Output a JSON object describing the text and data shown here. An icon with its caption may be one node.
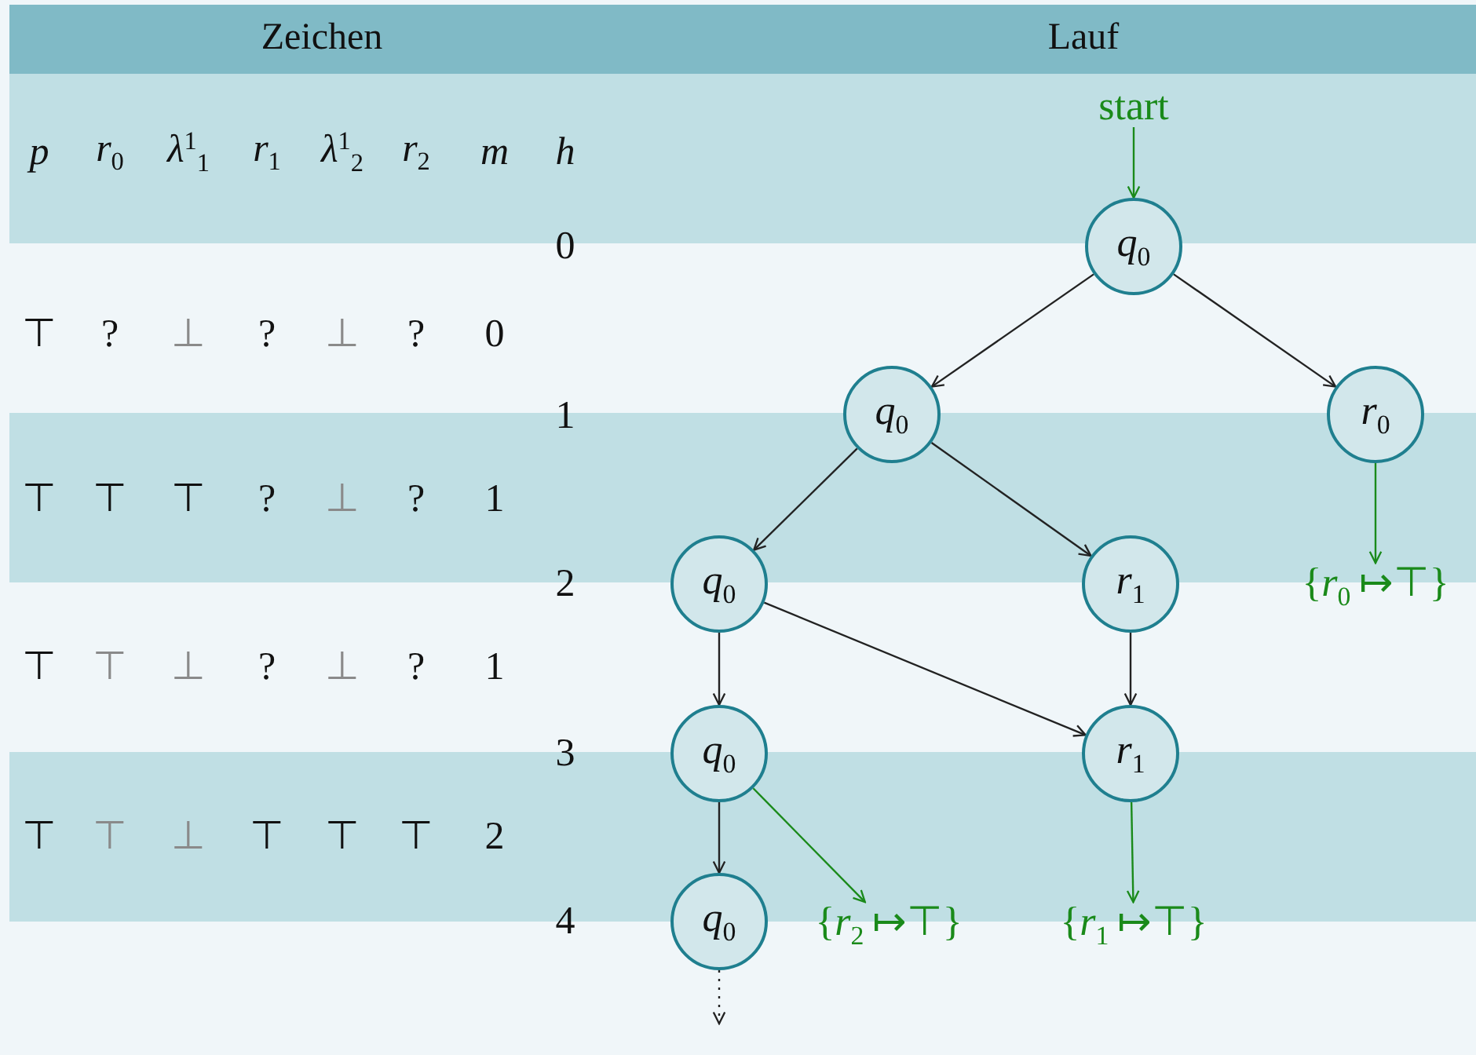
{
  "diagram": {
    "nodes": [
      {
        "text": [
          "start"
        ]
      },
      {
        "text": [
          "*q*$_{0}$"
        ]
      },
      {
        "text": [
          "*q*$_{0}$"
        ]
      },
      {
        "text": [
          "*r*$_{0}$"
        ]
      },
      {
        "text": [
          "*q*$_{0}$"
        ]
      },
      {
        "text": [
          "*r*$_{1}$"
        ]
      },
      {
        "text": [
          "{*r*$_{0}$↦⊤}"
        ]
      },
      {
        "text": [
          "*q*$_{0}$"
        ]
      },
      {
        "text": [
          "*r*$_{1}$"
        ]
      },
      {
        "text": [
          "*q*$_{0}$"
        ]
      },
      {
        "text": [
          "{*r*$_{2}$↦⊤}"
        ]
      },
      {
        "text": [
          "{*r*$_{1}$↦⊤}"
        ]
      }
    ],
    "edges": [
      {
        "from": 0,
        "to": 1,
        "arrow": "to",
        "color": "#1a8a1a"
      },
      {
        "from": 1,
        "to": 2,
        "arrow": "to"
      },
      {
        "from": 1,
        "to": 3,
        "arrow": "to"
      },
      {
        "from": 2,
        "to": 4,
        "arrow": "to"
      },
      {
        "from": 2,
        "to": 5,
        "arrow": "to"
      },
      {
        "from": 3,
        "to": 6,
        "arrow": "to",
        "color": "#1a8a1a"
      },
      {
        "from": 4,
        "to": 7,
        "arrow": "to"
      },
      {
        "from": 4,
        "to": 8,
        "arrow": "to"
      },
      {
        "from": 5,
        "to": 8,
        "arrow": "to"
      },
      {
        "from": 7,
        "to": 9,
        "arrow": "to"
      },
      {
        "from": 7,
        "to": 10,
        "arrow": "to",
        "color": "#1a8a1a"
      },
      {
        "from": 8,
        "to": 11,
        "arrow": "to",
        "color": "#1a8a1a"
      },
      {
        "from": 9,
        "to": null,
        "arrow": "to",
        "style": "dashed"
      }
    ],
    "labels": [
      "Zeichen",
      "Lauf",
      "*p*",
      "*r*$_{0}$",
      "*λ*$^{1}$$_{1}$",
      "*r*$_{1}$",
      "*λ*$^{1}$$_{2}$",
      "*r*$_{2}$",
      "*m*",
      "*h*",
      "0",
      "⊤",
      "?",
      "⊥",
      "?",
      "⊥",
      "?",
      "0",
      "1",
      "⊤",
      "⊤",
      "⊤",
      "?",
      "⊥",
      "?",
      "1",
      "2",
      "⊤",
      "⊤",
      "⊥",
      "?",
      "⊥",
      "?",
      "1",
      "3",
      "⊤",
      "⊤",
      "⊥",
      "⊤",
      "⊤",
      "⊤",
      "2",
      "4"
    ]
  }
}
